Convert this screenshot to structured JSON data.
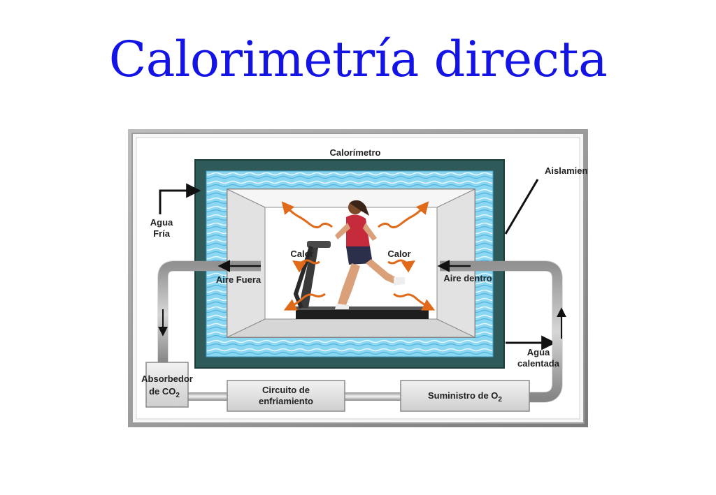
{
  "title": "Calorimetría directa",
  "diagram": {
    "calorimeter_label": "Calorímetro",
    "insulation_label": "Aislamiento",
    "cold_water_label": [
      "Agua",
      "Fría"
    ],
    "heated_water_label": [
      "Agua",
      "calentada"
    ],
    "air_out_label": "Aire Fuera",
    "air_in_label": "Aire dentro",
    "heat_left_label": "Calor",
    "heat_right_label": "Calor",
    "co2_absorber_label": [
      "Absorbedor",
      "de CO",
      "2"
    ],
    "cooling_circuit_label": [
      "Circuito de",
      "enfriamiento"
    ],
    "o2_supply_label": [
      "Suministro de O",
      "2"
    ]
  },
  "colors": {
    "title": "#1313e6",
    "water": "#7fd0ee",
    "insulation": "#2f5a5a",
    "heat_arrow": "#e06a1a"
  }
}
